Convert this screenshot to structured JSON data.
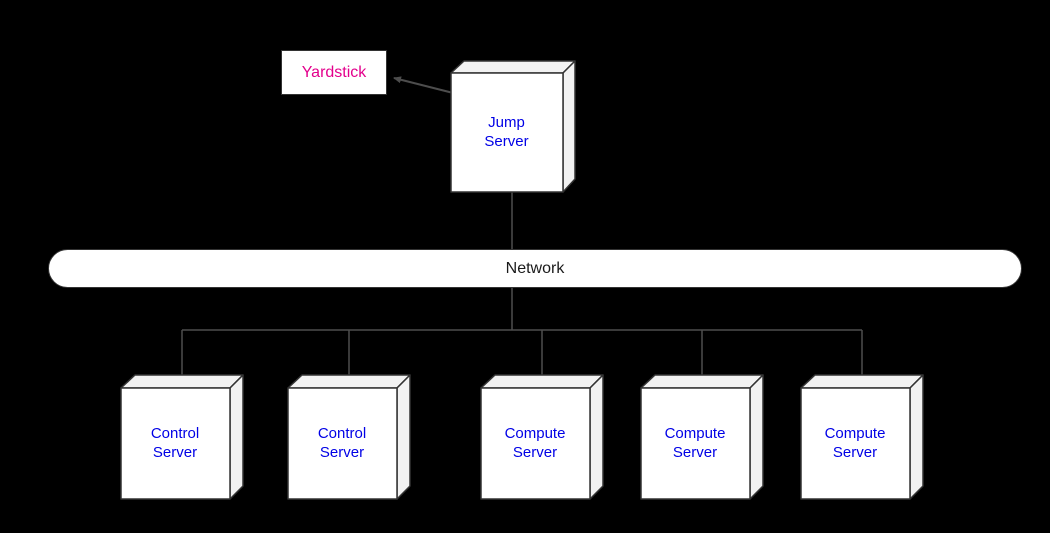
{
  "diagram": {
    "yardstick": {
      "label": "Yardstick"
    },
    "jump_server": {
      "label": "Jump Server"
    },
    "network": {
      "label": "Network"
    },
    "servers": [
      {
        "label": "Control Server"
      },
      {
        "label": "Control Server"
      },
      {
        "label": "Compute Server"
      },
      {
        "label": "Compute Server"
      },
      {
        "label": "Compute Server"
      }
    ],
    "colors": {
      "background": "#000000",
      "node_fill": "#ffffff",
      "node_side_fill": "#f2f2f2",
      "node_border": "#333333",
      "server_text": "#0000e6",
      "yardstick_text": "#e3008c",
      "network_text": "#1a1a1a",
      "connector": "#4d4d4d"
    }
  }
}
